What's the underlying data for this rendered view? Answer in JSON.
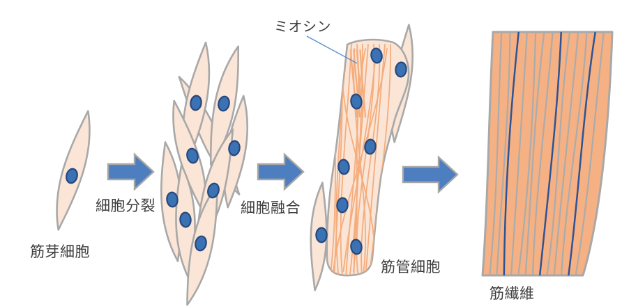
{
  "diagram": {
    "labels": {
      "myosin": "ミオシン",
      "cell_division": "細胞分裂",
      "cell_fusion": "細胞融合",
      "myoblast": "筋芽細胞",
      "myotube": "筋管細胞",
      "muscle_fiber": "筋繊維"
    }
  },
  "colors": {
    "background": "#ffffff",
    "cell_fill": "#fbe5d6",
    "cell_outline": "#a8a8a8",
    "nucleus_fill": "#3a72b4",
    "nucleus_border": "#27477c",
    "arrow_fill": "#4d7ebf",
    "arrow_outline": "#a6a6a6",
    "myofibril_orange": "#f4ad7d",
    "muscle_fiber_fill": "#f5b183",
    "fiber_line_gray": "#ababab",
    "fiber_line_navy": "#2e5395",
    "leader_line": "#5b8bd0",
    "text": "#3d3d3d"
  }
}
